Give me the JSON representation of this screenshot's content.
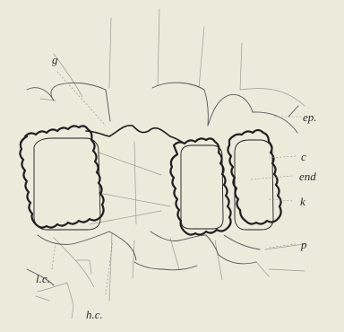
{
  "figure": {
    "background_color": "#ebebdc",
    "ink_color": "#1e1e1e",
    "faint_ink_color": "#8a8a80"
  },
  "labels": {
    "g": "g",
    "ep": "ep.",
    "c": "c",
    "end": "end",
    "k": "k",
    "p": "p",
    "lc": "l.c.",
    "hc": "h.c."
  }
}
